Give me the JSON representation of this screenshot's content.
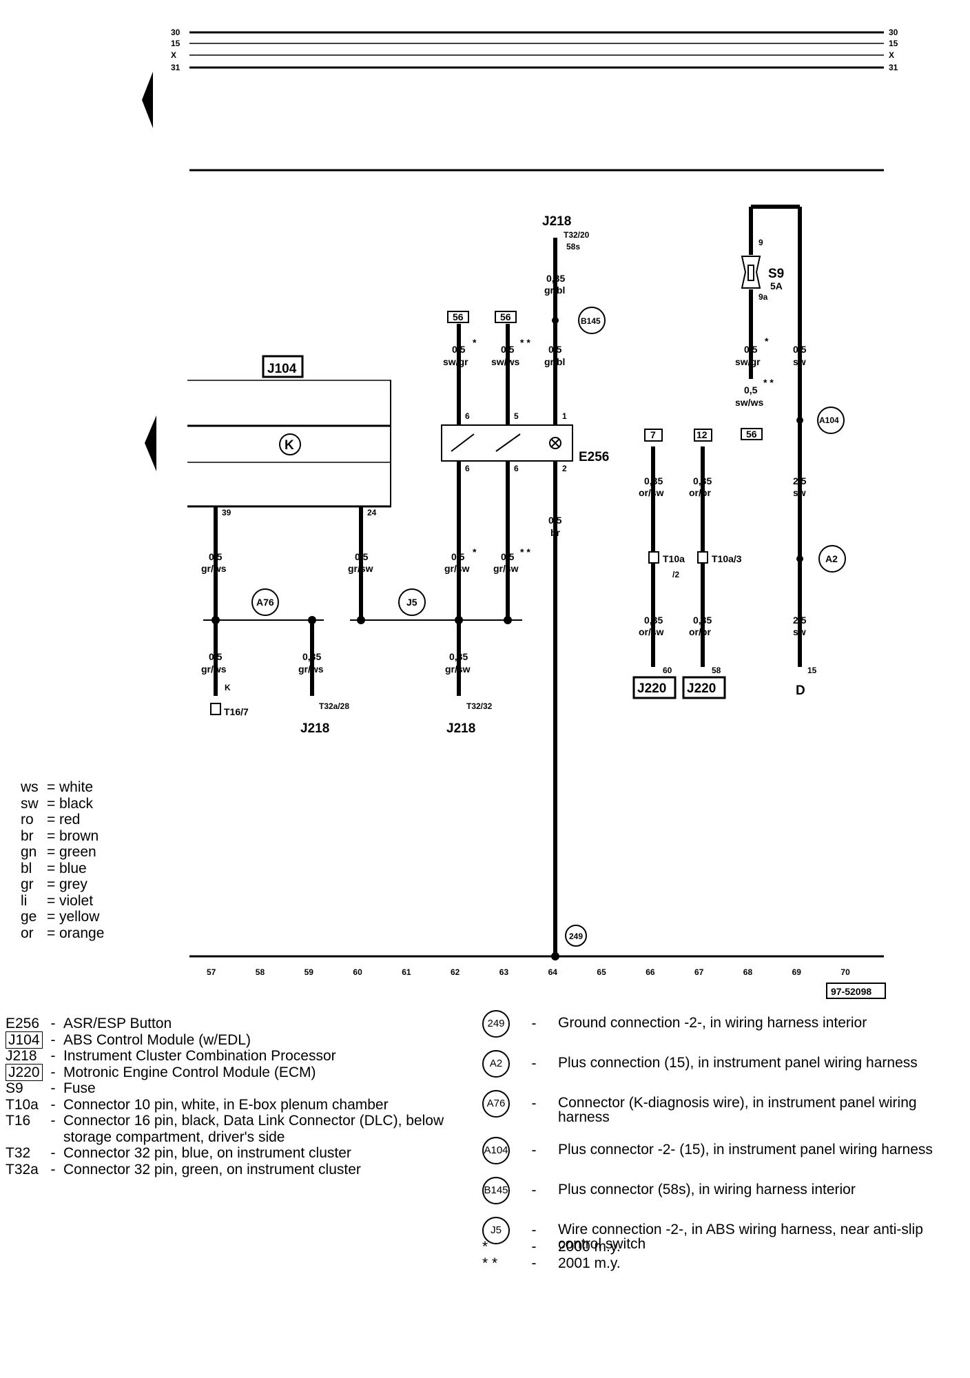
{
  "bus_labels": [
    "30",
    "15",
    "X",
    "31"
  ],
  "components": {
    "j104": "J104",
    "e256": "E256",
    "s9": "S9",
    "s9_rating": "5A",
    "j218": "J218",
    "j220": "J220",
    "d": "D",
    "k_symbol": "K"
  },
  "wire_labels": {
    "w1_size": "0,5",
    "w1_color": "gr/ws",
    "w2_size": "0,5",
    "w2_color": "gr/sw",
    "w3_size": "0,5",
    "w3_color": "sw/gr",
    "w4_size": "0,5",
    "w4_color": "sw/ws",
    "w5_size": "0,35",
    "w5_color": "gr/bl",
    "w6_size": "0,5",
    "w6_color": "gr/bl",
    "w7_size": "0,5",
    "w7_color": "br",
    "w8_size": "0,35",
    "w8_color": "or/sw",
    "w9_size": "0,35",
    "w9_color": "or/br",
    "w10_size": "0,5",
    "w10_color": "sw/gr",
    "w11_size": "0,5",
    "w11_color": "sw/ws",
    "w12_size": "0,5",
    "w12_color": "sw",
    "w13_size": "2,5",
    "w13_color": "sw",
    "w14_size": "2,5",
    "w14_color": "sw",
    "w15_size": "0,35",
    "w15_color": "or/sw",
    "w16_size": "0,35",
    "w16_color": "or/br",
    "w17_size": "0,5",
    "w17_color": "gr/ws",
    "w18_size": "0,35",
    "w18_color": "gr/ws",
    "w19_size": "0,35",
    "w19_color": "gr/sw",
    "w20_size": "0,5",
    "w20_color": "gr/sw",
    "w21_size": "0,5",
    "w21_color": "gr/sw"
  },
  "pins": {
    "p39": "39",
    "p24": "24",
    "p6a": "6",
    "p5": "5",
    "p1": "1",
    "p6b": "6",
    "p6c": "6",
    "p2": "2",
    "t32_20": "T32/20",
    "t58s": "58s",
    "p9": "9",
    "p9a": "9a",
    "p60": "60",
    "p58": "58",
    "p15": "15",
    "t32a_28": "T32a/28",
    "t32_32": "T32/32",
    "t16_7": "T16/7",
    "t10a_2": "T10a",
    "t10a_2b": "/2",
    "t10a_3": "T10a/3"
  },
  "boxes": {
    "b56a": "56",
    "b56b": "56",
    "b56c": "56",
    "b7": "7",
    "b12": "12"
  },
  "circles": {
    "a76": "A76",
    "j5": "J5",
    "b145": "B145",
    "a104": "A104",
    "a2": "A2",
    "g249": "249"
  },
  "stars": {
    "s1": "*",
    "s2": "* *",
    "s3": "*",
    "s4": "* *",
    "s5": "*",
    "s6": "* *"
  },
  "ground_numbers": [
    "57",
    "58",
    "59",
    "60",
    "61",
    "62",
    "63",
    "64",
    "65",
    "66",
    "67",
    "68",
    "69",
    "70"
  ],
  "ref_code": "97-52098",
  "color_legend": [
    {
      "abbr": "ws",
      "name": "white"
    },
    {
      "abbr": "sw",
      "name": "black"
    },
    {
      "abbr": "ro",
      "name": "red"
    },
    {
      "abbr": "br",
      "name": "brown"
    },
    {
      "abbr": "gn",
      "name": "green"
    },
    {
      "abbr": "bl",
      "name": "blue"
    },
    {
      "abbr": "gr",
      "name": "grey"
    },
    {
      "abbr": "li",
      "name": "violet"
    },
    {
      "abbr": "ge",
      "name": "yellow"
    },
    {
      "abbr": "or",
      "name": "orange"
    }
  ],
  "component_legend": [
    {
      "code": "E256",
      "desc": "ASR/ESP Button"
    },
    {
      "code": "J104",
      "desc": "ABS Control Module (w/EDL)"
    },
    {
      "code": "J218",
      "desc": "Instrument Cluster Combination Processor"
    },
    {
      "code": "J220",
      "desc": "Motronic Engine Control Module (ECM)"
    },
    {
      "code": "S9",
      "desc": "Fuse"
    },
    {
      "code": "T10a",
      "desc": "Connector 10 pin, white, in E-box plenum chamber"
    },
    {
      "code": "T16",
      "desc": "Connector 16 pin, black, Data Link Connector (DLC), below storage compartment, driver's side"
    },
    {
      "code": "T32",
      "desc": "Connector 32 pin, blue, on instrument cluster"
    },
    {
      "code": "T32a",
      "desc": "Connector 32 pin, green, on instrument cluster"
    }
  ],
  "connection_legend": [
    {
      "code": "249",
      "desc": "Ground connection -2-, in wiring harness interior"
    },
    {
      "code": "A2",
      "desc": "Plus connection (15), in instrument panel wiring harness"
    },
    {
      "code": "A76",
      "desc": "Connector (K-diagnosis wire), in instrument panel wiring harness"
    },
    {
      "code": "A104",
      "desc": "Plus connector -2- (15), in instrument panel wiring harness"
    },
    {
      "code": "B145",
      "desc": "Plus connector (58s), in wiring harness interior"
    },
    {
      "code": "J5",
      "desc": "Wire connection -2-, in ABS wiring harness, near anti-slip control switch"
    }
  ],
  "notes": [
    {
      "sym": "*",
      "desc": "2000 m.y."
    },
    {
      "sym": "* *",
      "desc": "2001 m.y."
    }
  ]
}
